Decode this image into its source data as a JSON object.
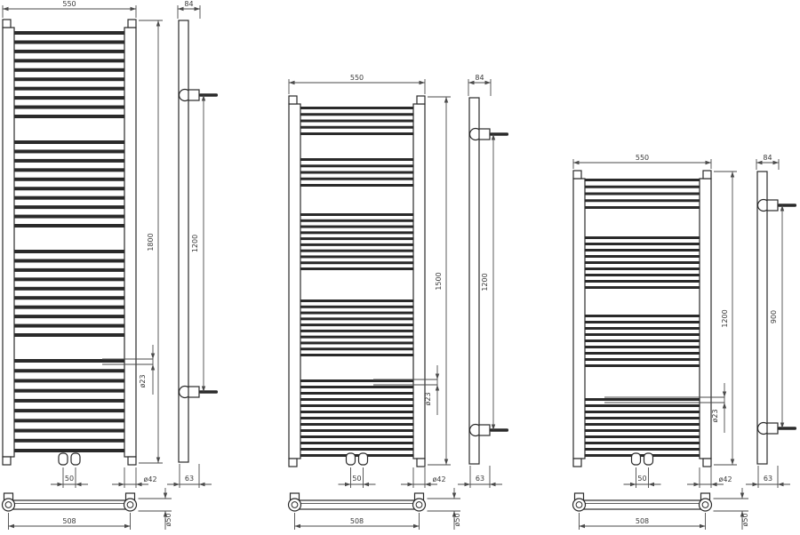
{
  "drawing_title": "towel-radiator-dimension-drawings",
  "accent_colors": {
    "line": "#2a2a2a",
    "dim_line": "#4a4a4a",
    "text": "#3a3a3a",
    "background": "#ffffff"
  },
  "drawings": [
    {
      "id": "towel-radiator-1800",
      "labels": {
        "width": "550",
        "depth": "84",
        "height": "1800",
        "valve_spacing": "1200",
        "tube_diameter": "ø23",
        "pipe_spacing": "50",
        "collector_diameter": "ø42",
        "bracket_depth": "63",
        "bottom_length": "508",
        "cap_diameter": "ø50"
      },
      "rung_bands": [
        10,
        10,
        10,
        10
      ]
    },
    {
      "id": "towel-radiator-1500",
      "labels": {
        "width": "550",
        "depth": "84",
        "height": "1500",
        "valve_spacing": "1200",
        "tube_diameter": "ø23",
        "pipe_spacing": "50",
        "collector_diameter": "ø42",
        "bracket_depth": "63",
        "bottom_length": "508",
        "cap_diameter": "ø50"
      },
      "rung_bands": [
        5,
        5,
        10,
        10,
        13
      ]
    },
    {
      "id": "towel-radiator-1200",
      "labels": {
        "width": "550",
        "depth": "84",
        "height": "1200",
        "valve_spacing": "900",
        "tube_diameter": "ø23",
        "pipe_spacing": "50",
        "collector_diameter": "ø42",
        "bracket_depth": "63",
        "bottom_length": "508",
        "cap_diameter": "ø50"
      },
      "rung_bands": [
        5,
        9,
        9,
        10
      ]
    }
  ]
}
